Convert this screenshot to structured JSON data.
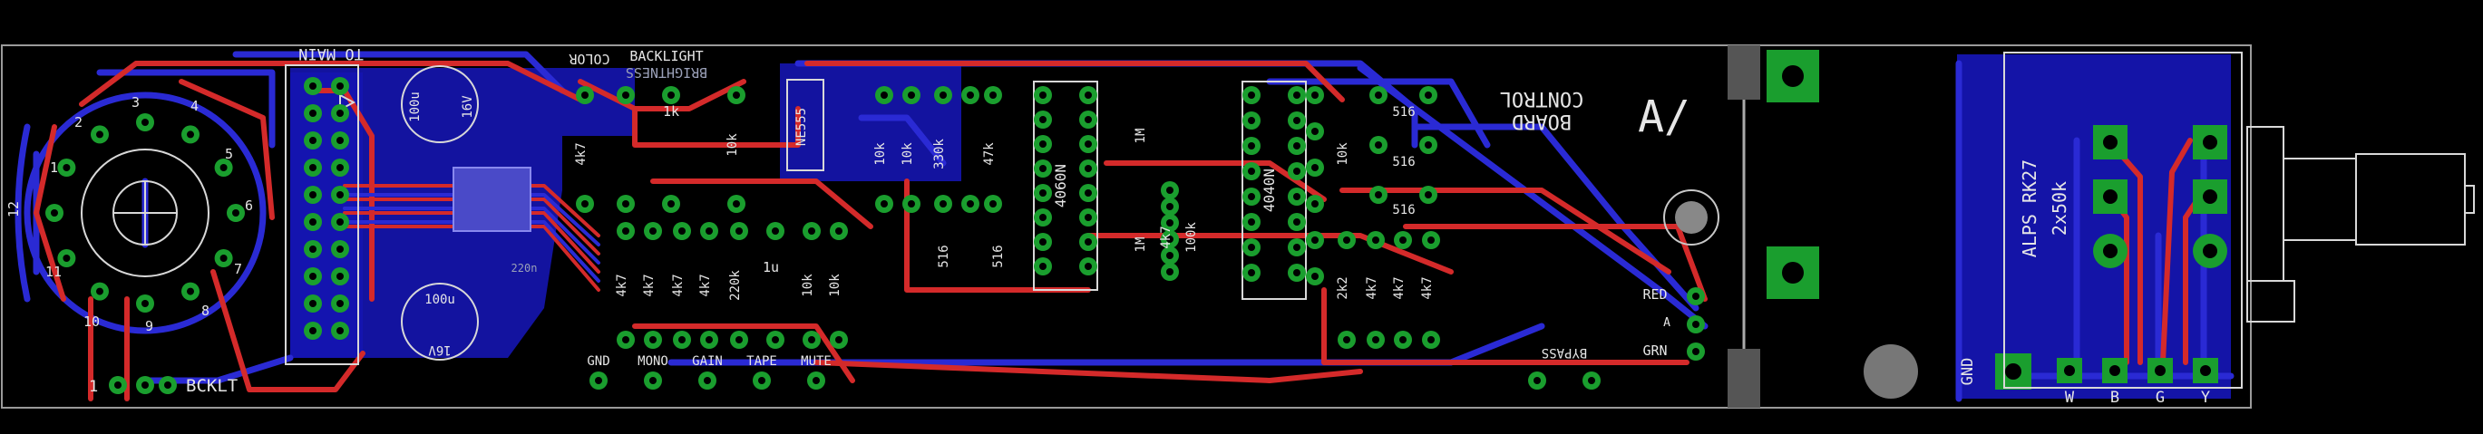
{
  "board": {
    "title_line1": "CONTROL",
    "title_line2": "BOARD",
    "logo_mark": "A/"
  },
  "connector": {
    "label": "TO MAIN"
  },
  "top_labels": {
    "color": "COLOR",
    "backlight": "BACKLIGHT",
    "brightness": "BRIGHTNESS"
  },
  "pot": {
    "label": "ALPS RK27",
    "value": "2x50k",
    "pins": [
      "W",
      "B",
      "G",
      "Y"
    ],
    "gnd": "GND"
  },
  "rotary": {
    "pins": [
      "1",
      "2",
      "3",
      "4",
      "5",
      "6",
      "7",
      "8",
      "9",
      "10",
      "11",
      "12"
    ]
  },
  "backlight_header": {
    "label": "BCKLT",
    "pin1": "1"
  },
  "switch_labels": [
    "GND",
    "MONO",
    "GAIN",
    "TAPE",
    "MUTE"
  ],
  "led": {
    "red": "RED",
    "a": "A",
    "grn": "GRN"
  },
  "bypass": {
    "label": "BYPASS"
  },
  "caps": {
    "c1_value": "100u",
    "c1_voltage": "16V",
    "c2_value": "100u",
    "c2_voltage": "16V",
    "c3": "1u",
    "c4": "220n"
  },
  "ics": {
    "u1": "4060N",
    "u2": "4040N",
    "u3": "NE555"
  },
  "resistors_row1": [
    "4k7",
    "1k",
    "10k",
    "10k",
    "10k",
    "330k",
    "47k",
    "1M",
    "10k"
  ],
  "resistors_row2": [
    "4k7",
    "4k7",
    "4k7",
    "4k7",
    "220k",
    "10k",
    "10k"
  ],
  "resistors_row3": [
    "2k2",
    "4k7",
    "4k7",
    "4k7"
  ],
  "misc_values": {
    "r_4k7_mid": "4k7",
    "r_100k": "100k",
    "r_1m": "1M",
    "diode_a": "516",
    "diode_b": "516",
    "diode_c": "516",
    "diode_d": "516",
    "diode_e": "516"
  },
  "colors": {
    "pad": "#1a9e2e",
    "top_copper": "#d42a2a",
    "bottom_copper": "#2a2ad4",
    "silk": "#d8d8d8",
    "background": "#000000"
  }
}
